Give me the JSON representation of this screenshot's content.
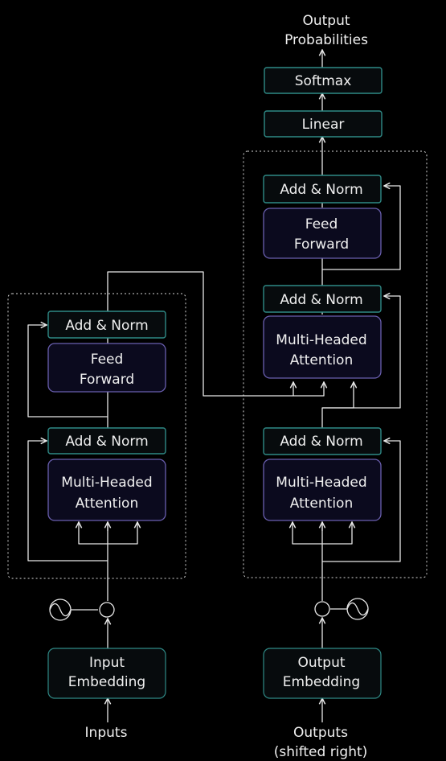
{
  "encoder": {
    "input_label": "Inputs",
    "embedding": [
      "Input",
      "Embedding"
    ],
    "attention": [
      "Multi-Headed",
      "Attention"
    ],
    "add_norm_1": "Add & Norm",
    "feed_forward": [
      "Feed",
      "Forward"
    ],
    "add_norm_2": "Add & Norm"
  },
  "decoder": {
    "input_label": [
      "Outputs",
      "(shifted right)"
    ],
    "embedding": [
      "Output",
      "Embedding"
    ],
    "masked_attention": [
      "Multi-Headed",
      "Attention"
    ],
    "add_norm_1": "Add & Norm",
    "cross_attention": [
      "Multi-Headed",
      "Attention"
    ],
    "add_norm_2": "Add & Norm",
    "feed_forward": [
      "Feed",
      "Forward"
    ],
    "add_norm_3": "Add & Norm"
  },
  "head": {
    "linear": "Linear",
    "softmax": "Softmax",
    "output_label": [
      "Output",
      "Probabilities"
    ]
  },
  "colors": {
    "background": "#000000",
    "box_border": "#2f8a86",
    "attention_border": "#6a5fb0",
    "wire": "#e8e8e8"
  },
  "icons": {
    "positional_encoding": "sine-wave-circle-icon",
    "addition": "add-circle-icon"
  }
}
